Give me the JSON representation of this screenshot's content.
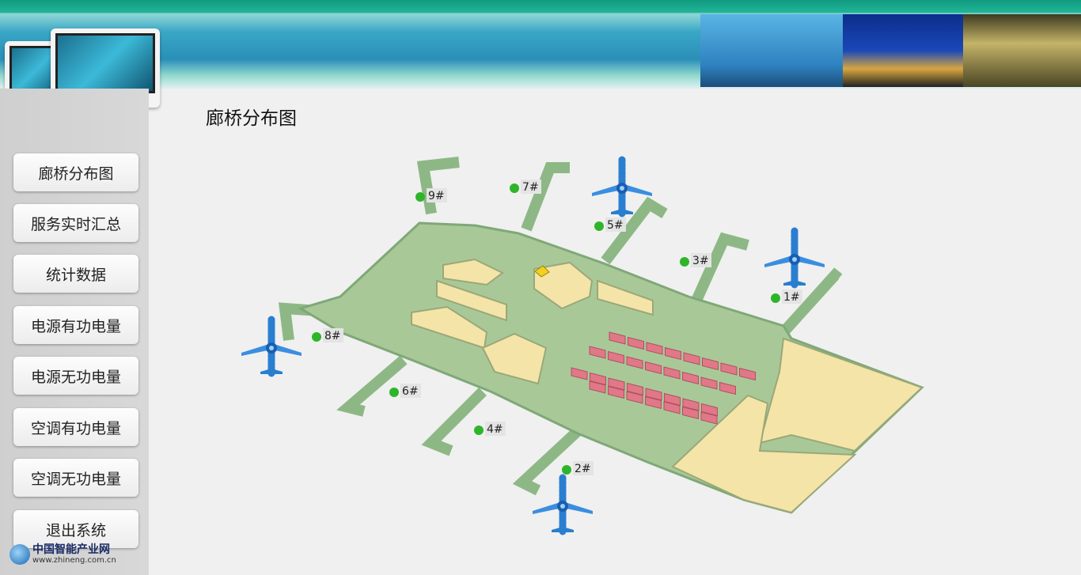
{
  "header": {
    "title": "廊桥分布图"
  },
  "sidebar": {
    "items": [
      {
        "label": "廊桥分布图"
      },
      {
        "label": "服务实时汇总"
      },
      {
        "label": "统计数据"
      },
      {
        "label": "电源有功电量"
      },
      {
        "label": "电源无功电量"
      },
      {
        "label": "空调有功电量"
      },
      {
        "label": "空调无功电量"
      },
      {
        "label": "退出系统"
      }
    ]
  },
  "logo": {
    "name": "中国智能产业网",
    "url": "www.zhineng.com.cn"
  },
  "gates": [
    "1#",
    "2#",
    "3#",
    "4#",
    "5#",
    "6#",
    "7#",
    "8#",
    "9#"
  ],
  "colors": {
    "floor": "#a8c898",
    "wall": "#7fa878",
    "block": "#f4e4a8",
    "pink": "#e07888",
    "dot": "#2fb52a",
    "plane": "#2a7ed0"
  }
}
